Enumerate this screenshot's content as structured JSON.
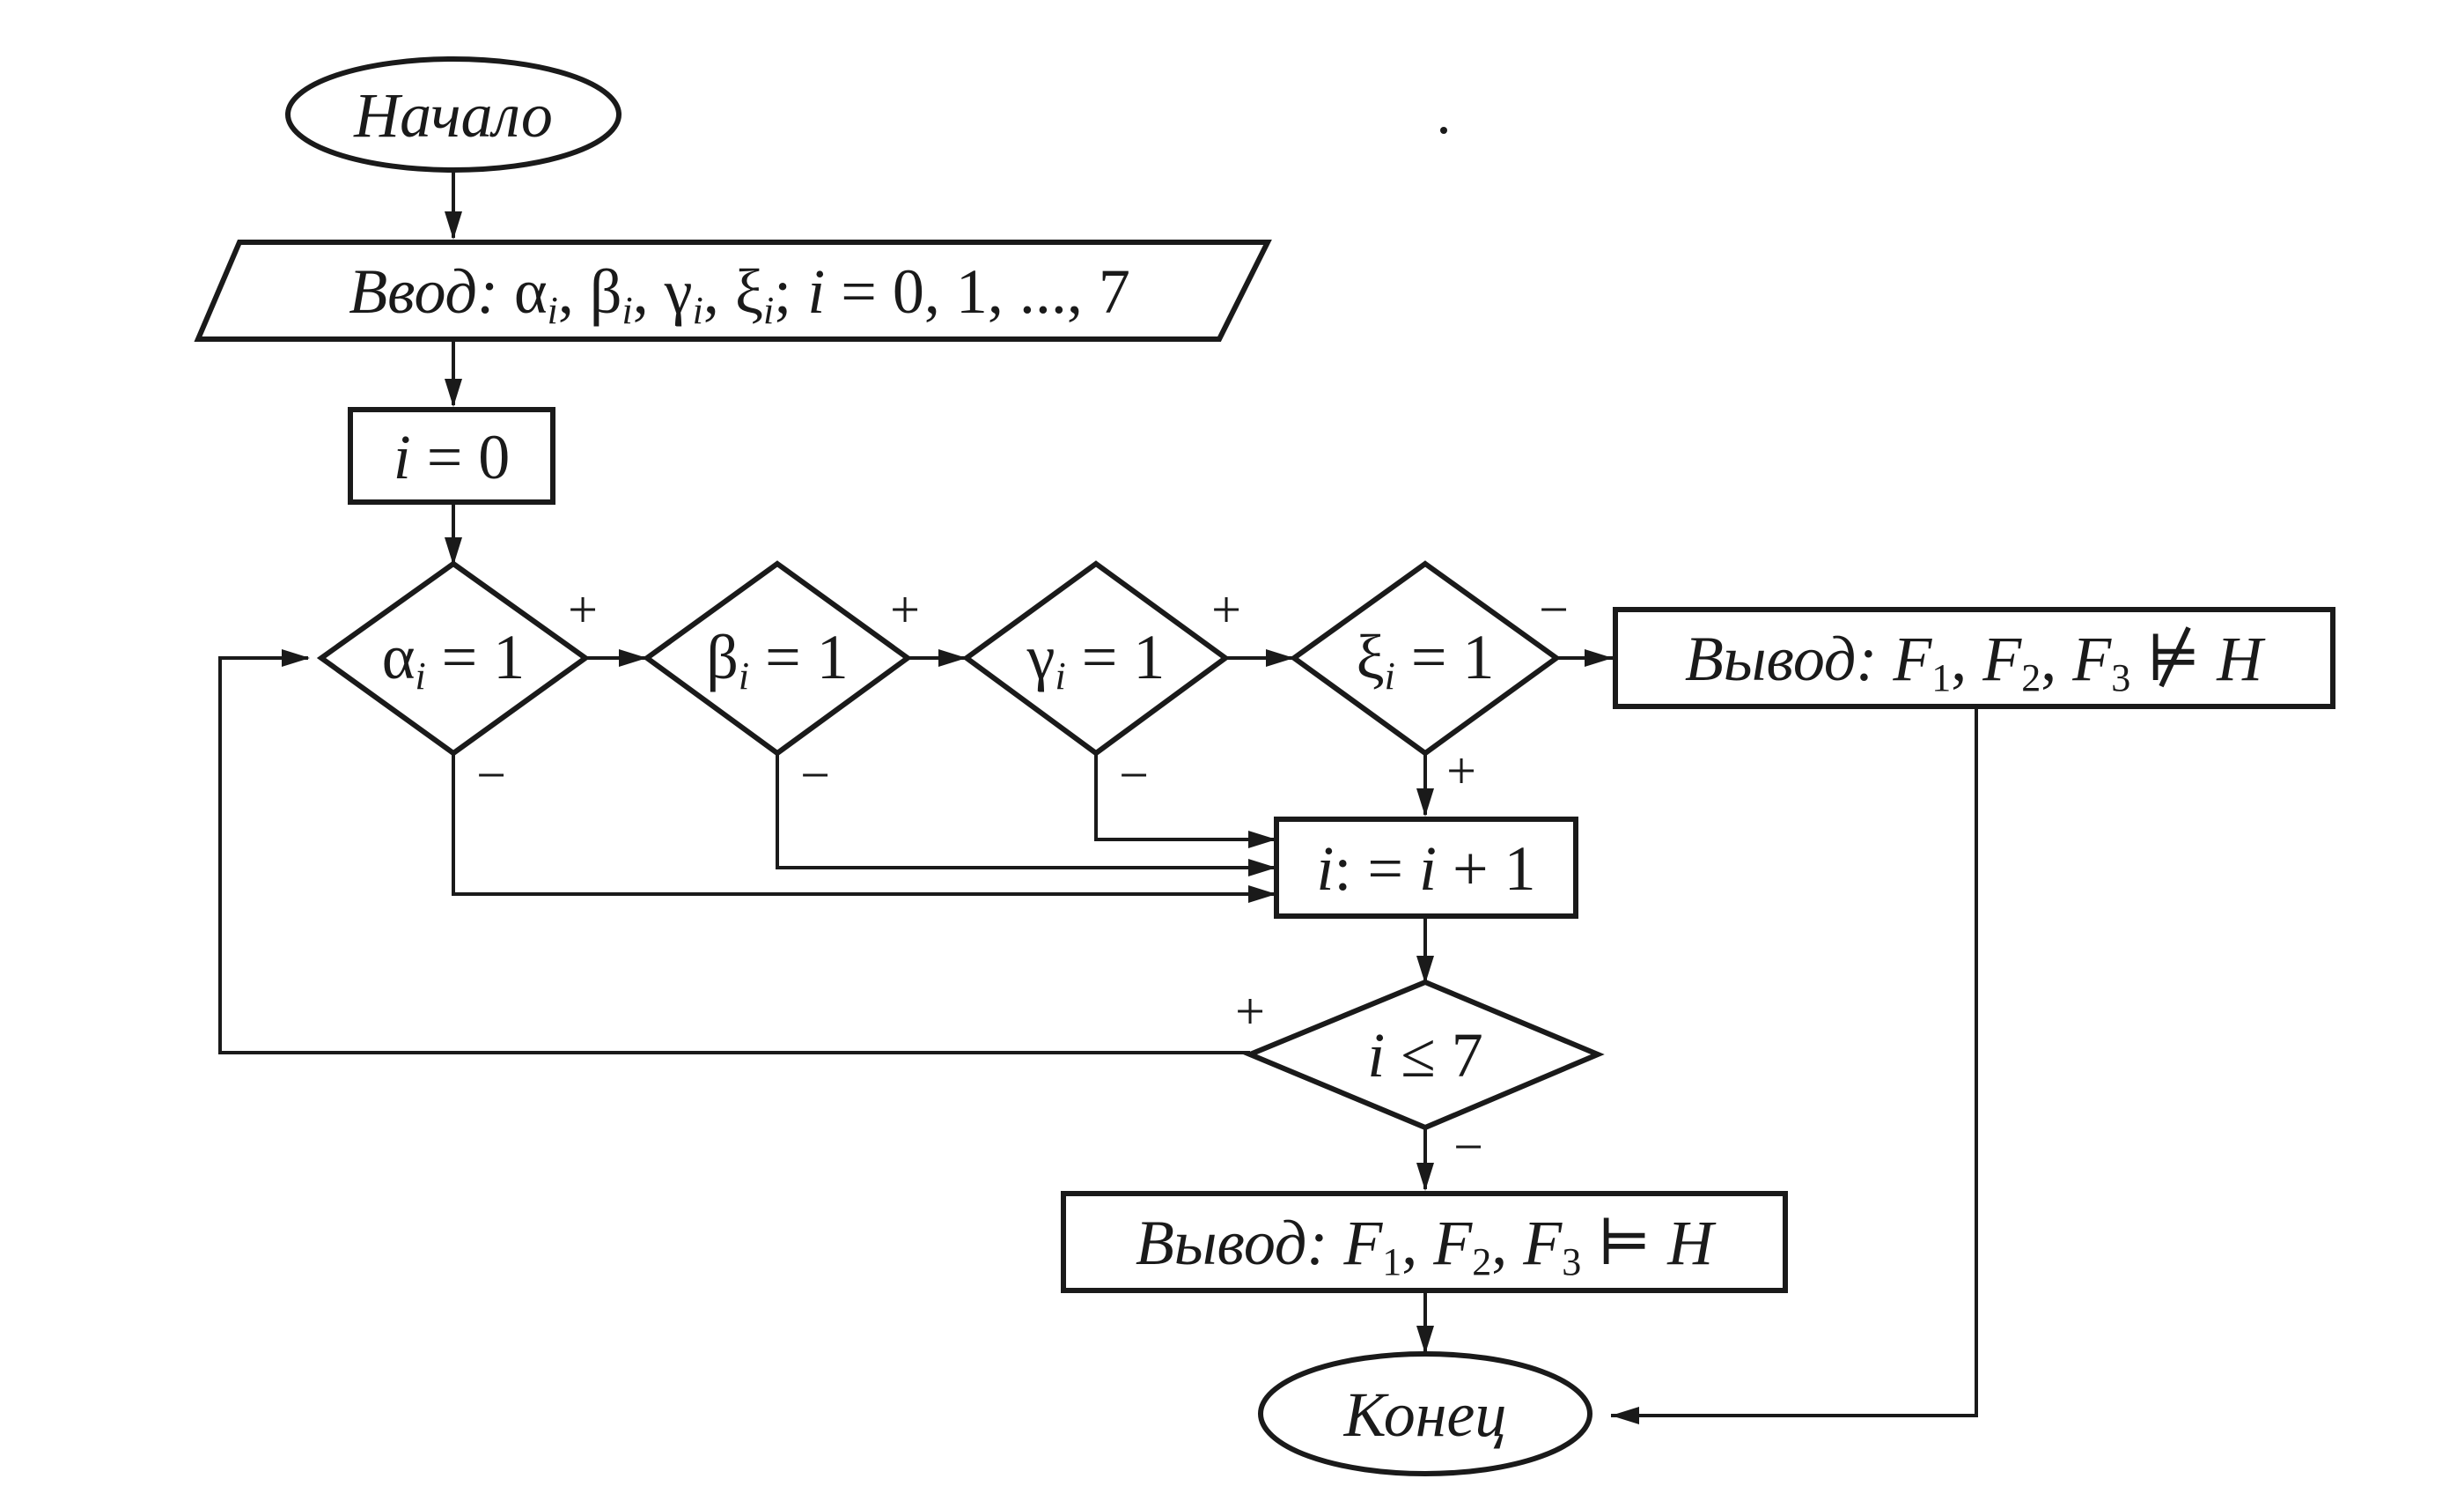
{
  "start": {
    "text": "Начало"
  },
  "input": {
    "keyword": "Ввод:",
    "a": "α",
    "b": "β",
    "g": "γ",
    "x": "ξ",
    "i": "i",
    "sep": ",",
    "semicolon": ";",
    "eq": " = ",
    "range": "0, 1, ..., 7"
  },
  "init": {
    "var": "i",
    "rest": " = 0"
  },
  "cond_alpha": {
    "sym": "α",
    "idx": "i",
    "rest": " = 1"
  },
  "cond_beta": {
    "sym": "β",
    "idx": "i",
    "rest": " = 1"
  },
  "cond_gamma": {
    "sym": "γ",
    "idx": "i",
    "rest": " = 1"
  },
  "cond_xi": {
    "sym": "ξ",
    "idx": "i",
    "rest": " = 1"
  },
  "increment": {
    "var": "i",
    "assign": ": = ",
    "var2": "i",
    "rest": " + 1"
  },
  "loop_check": {
    "var": "i",
    "rest": " ≤ 7"
  },
  "output_not": {
    "keyword": "Вывод:",
    "F": "F",
    "s1": "1",
    "s2": "2",
    "s3": "3",
    "sep": ",",
    "op": " ⊭ ",
    "H": "H"
  },
  "output_yes": {
    "keyword": "Вывод:",
    "F": "F",
    "s1": "1",
    "s2": "2",
    "s3": "3",
    "sep": ",",
    "op": " ⊨ ",
    "H": "H"
  },
  "end": {
    "text": "Конец"
  },
  "signs": {
    "plus": "+",
    "minus": "−"
  }
}
